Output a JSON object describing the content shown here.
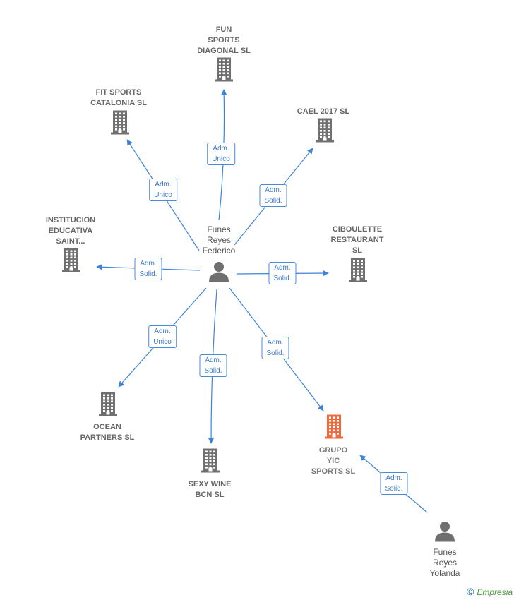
{
  "colors": {
    "edge": "#3f84d4",
    "company": "#707070",
    "focus_company": "#f06a3a",
    "person": "#6f6f6f"
  },
  "nodes": {
    "federico": {
      "label": "Funes\nReyes\nFederico",
      "type": "person",
      "icon": "person-icon"
    },
    "yolanda": {
      "label": "Funes\nReyes\nYolanda",
      "type": "person",
      "icon": "person-icon"
    },
    "fun_sports": {
      "label": "FUN\nSPORTS\nDIAGONAL SL",
      "type": "company",
      "icon": "building-icon"
    },
    "fit_sports": {
      "label": "FIT SPORTS\nCATALONIA  SL",
      "type": "company",
      "icon": "building-icon"
    },
    "cael": {
      "label": "CAEL 2017  SL",
      "type": "company",
      "icon": "building-icon"
    },
    "institucion": {
      "label": "INSTITUCION\nEDUCATIVA\nSAINT...",
      "type": "company",
      "icon": "building-icon"
    },
    "ciboulette": {
      "label": "CIBOULETTE\nRESTAURANT\nSL",
      "type": "company",
      "icon": "building-icon"
    },
    "ocean": {
      "label": "OCEAN\nPARTNERS  SL",
      "type": "company",
      "icon": "building-icon"
    },
    "sexy_wine": {
      "label": "SEXY WINE\nBCN SL",
      "type": "company",
      "icon": "building-icon"
    },
    "grupo_yic": {
      "label": "GRUPO\nYIC\nSPORTS  SL",
      "type": "focus-company",
      "icon": "building-icon"
    }
  },
  "edges": [
    {
      "from": "federico",
      "to": "fun_sports",
      "label": "Adm.\nUnico"
    },
    {
      "from": "federico",
      "to": "fit_sports",
      "label": "Adm.\nUnico"
    },
    {
      "from": "federico",
      "to": "cael",
      "label": "Adm.\nSolid."
    },
    {
      "from": "federico",
      "to": "institucion",
      "label": "Adm.\nSolid."
    },
    {
      "from": "federico",
      "to": "ciboulette",
      "label": "Adm.\nSolid."
    },
    {
      "from": "federico",
      "to": "ocean",
      "label": "Adm.\nUnico"
    },
    {
      "from": "federico",
      "to": "sexy_wine",
      "label": "Adm.\nSolid."
    },
    {
      "from": "federico",
      "to": "grupo_yic",
      "label": "Adm.\nSolid."
    },
    {
      "from": "yolanda",
      "to": "grupo_yic",
      "label": "Adm.\nSolid."
    }
  ],
  "footer": {
    "copyright": "©",
    "brand": "Empresia"
  }
}
